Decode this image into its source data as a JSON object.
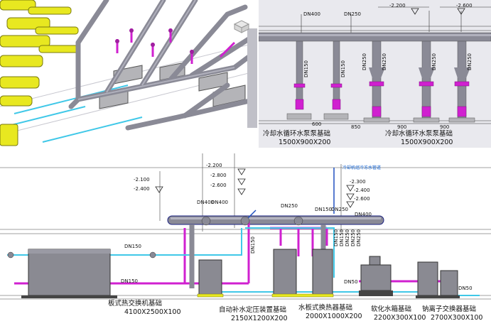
{
  "colors": {
    "pipe_gray": "#8a8a96",
    "pipe_magenta": "#d020d0",
    "pipe_cyan": "#40c8e8",
    "equipment_yellow": "#e8e820",
    "foundation_gray": "#a0a0a0",
    "pipe_blue": "#2050c0"
  },
  "icons": [
    "view-cube-icon"
  ],
  "elevation": {
    "top_dims": [
      "DN400",
      "DN250"
    ],
    "levels": [
      "-2.200",
      "-2.600"
    ],
    "branch_dims": [
      "DN150",
      "DN150",
      "DN250",
      "DN250",
      "DN250",
      "DN250"
    ],
    "spacings": [
      "600",
      "850",
      "900",
      "900"
    ],
    "foundations": [
      {
        "title": "冷却水循环水泵泵基础",
        "size": "1500X900X200"
      },
      {
        "title": "冷却水循环水泵泵基础",
        "size": "1500X900X200"
      }
    ]
  },
  "main": {
    "left_levels": [
      "-2.100",
      "-2.400"
    ],
    "center_levels": [
      "-2.200",
      "-2.800",
      "-2.600"
    ],
    "right_levels": [
      "-2.300",
      "-2.400",
      "-2.600"
    ],
    "blue_note": "冷却机组冷冻水管道",
    "dn_labels": {
      "dn400a": "DN400",
      "dn400b": "DN400",
      "dn250a": "DN250",
      "dn150a": "DN150",
      "dn250b": "DN250",
      "dn400c": "DN400",
      "dn150left": "DN150",
      "dn150left2": "DN150",
      "dn150vert": "DN150",
      "dn50a": "DN50",
      "dn50b": "DN50"
    },
    "vertical_dims": [
      "DN150",
      "DN150",
      "DN250",
      "DN250",
      "DN250"
    ],
    "equipment": [
      {
        "title": "板式热交换机基础",
        "size": "4100X2500X100"
      },
      {
        "title": "自动补水定压装置基础",
        "size": "2150X1200X200"
      },
      {
        "title": "水板式换热器基础",
        "size": "2000X1000X200"
      },
      {
        "title": "软化水箱基础",
        "size": "2200X300X100"
      },
      {
        "title": "钠离子交换器基础",
        "size": "2700X300X100"
      }
    ]
  }
}
